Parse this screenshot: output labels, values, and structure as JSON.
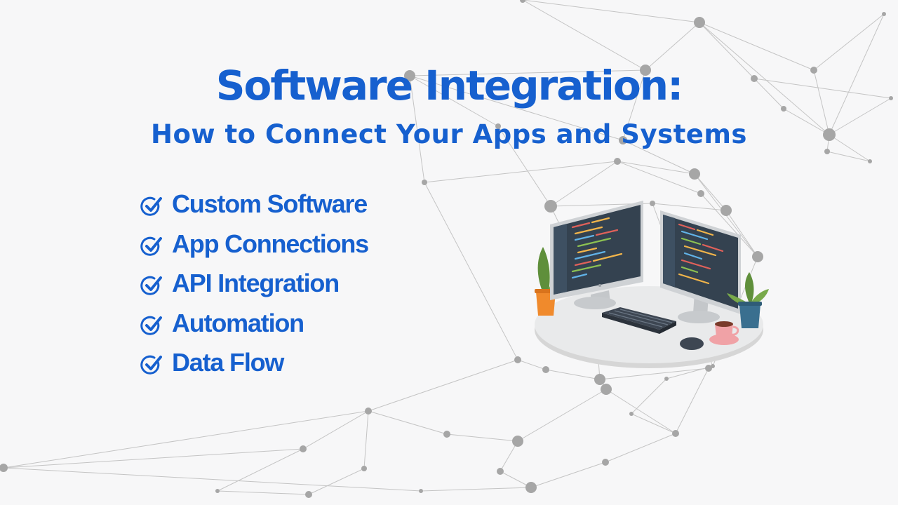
{
  "header": {
    "title": "Software Integration:",
    "subtitle": "How to Connect Your Apps and Systems"
  },
  "features": [
    {
      "label": "Custom Software",
      "icon": "check-circle-icon"
    },
    {
      "label": "App Connections",
      "icon": "check-circle-icon"
    },
    {
      "label": "API Integration",
      "icon": "check-circle-icon"
    },
    {
      "label": "Automation",
      "icon": "check-circle-icon"
    },
    {
      "label": "Data Flow",
      "icon": "check-circle-icon"
    }
  ],
  "illustration": {
    "name": "workstation-illustration",
    "elements": [
      "monitor",
      "monitor",
      "keyboard",
      "mouse",
      "coffee-cup",
      "plant",
      "plant"
    ]
  },
  "colors": {
    "accent": "#1660cf",
    "background": "#f7f7f8",
    "network": "#a6a6a6"
  }
}
